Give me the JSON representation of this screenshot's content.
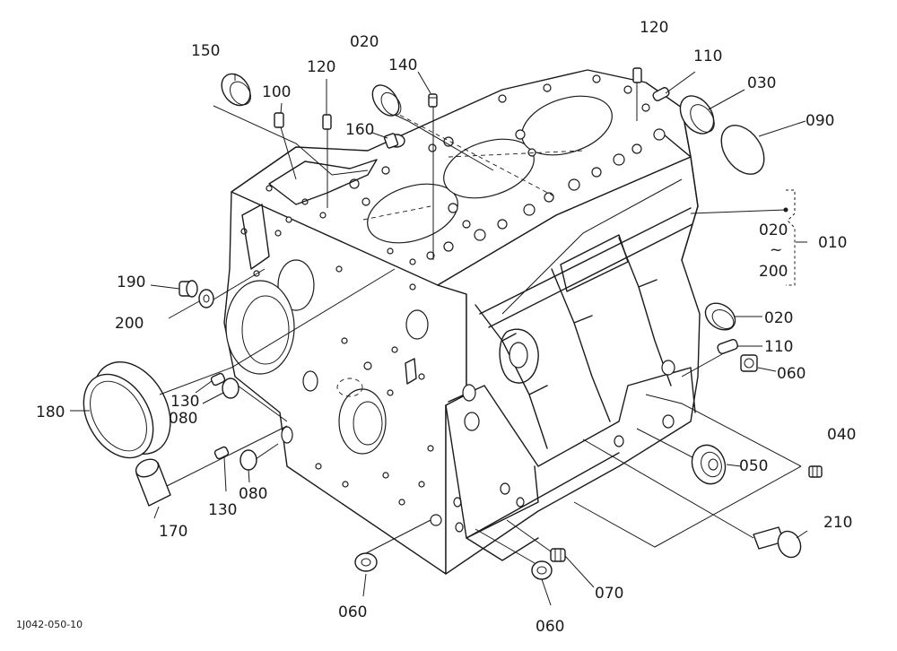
{
  "figure_code": "1J042-050-10",
  "group": {
    "range_start": "020",
    "tilde": "~",
    "range_end": "200",
    "assembly": "010"
  },
  "callouts": [
    {
      "id": "c150",
      "text": "150"
    },
    {
      "id": "c020a",
      "text": "020"
    },
    {
      "id": "c120a",
      "text": "120"
    },
    {
      "id": "c100",
      "text": "100"
    },
    {
      "id": "c140",
      "text": "140"
    },
    {
      "id": "c160",
      "text": "160"
    },
    {
      "id": "c120b",
      "text": "120"
    },
    {
      "id": "c110a",
      "text": "110"
    },
    {
      "id": "c030",
      "text": "030"
    },
    {
      "id": "c090",
      "text": "090"
    },
    {
      "id": "c190",
      "text": "190"
    },
    {
      "id": "c200",
      "text": "200"
    },
    {
      "id": "c020b",
      "text": "020"
    },
    {
      "id": "c110b",
      "text": "110"
    },
    {
      "id": "c060a",
      "text": "060"
    },
    {
      "id": "c130a",
      "text": "130"
    },
    {
      "id": "c080a",
      "text": "080"
    },
    {
      "id": "c180",
      "text": "180"
    },
    {
      "id": "c040",
      "text": "040"
    },
    {
      "id": "c050",
      "text": "050"
    },
    {
      "id": "c130b",
      "text": "130"
    },
    {
      "id": "c080b",
      "text": "080"
    },
    {
      "id": "c170",
      "text": "170"
    },
    {
      "id": "c210",
      "text": "210"
    },
    {
      "id": "c070",
      "text": "070"
    },
    {
      "id": "c060b",
      "text": "060"
    },
    {
      "id": "c060c",
      "text": "060"
    }
  ]
}
